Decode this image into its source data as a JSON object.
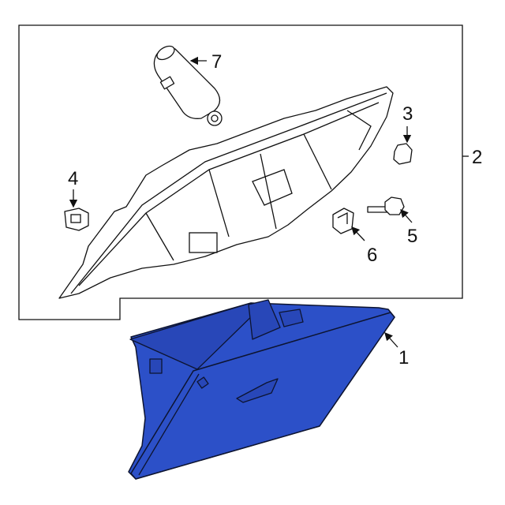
{
  "diagram": {
    "callouts": [
      {
        "number": "1",
        "part": "glove-box"
      },
      {
        "number": "2",
        "part": "glove-box-frame-assembly"
      },
      {
        "number": "3",
        "part": "bumper"
      },
      {
        "number": "4",
        "part": "clip"
      },
      {
        "number": "5",
        "part": "bolt"
      },
      {
        "number": "6",
        "part": "latch-clip"
      },
      {
        "number": "7",
        "part": "damper"
      }
    ],
    "colors": {
      "highlight": "#2c50c8",
      "line": "#111111"
    }
  }
}
